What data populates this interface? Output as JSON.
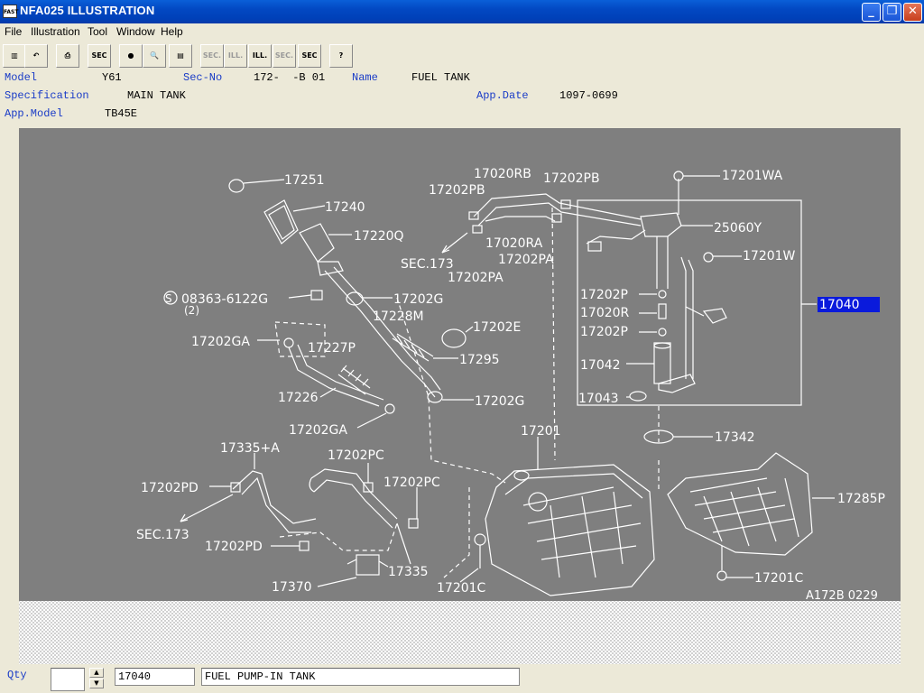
{
  "window": {
    "title": "NFA025  ILLUSTRATION",
    "app_icon": "FAST",
    "minimize": "_",
    "maximize": "❐",
    "close": "✕"
  },
  "menu": [
    "File",
    "Illustration",
    "Tool",
    "Window",
    "Help"
  ],
  "toolbar": {
    "buttons": [
      {
        "name": "catalog-icon",
        "glyph": "▥",
        "enabled": true
      },
      {
        "name": "undo-icon",
        "glyph": "↶",
        "enabled": true
      },
      {
        "name": "print-icon",
        "glyph": "⎙",
        "enabled": true
      },
      {
        "name": "sec-icon",
        "glyph": "SEC",
        "enabled": true
      },
      {
        "name": "circle-icon",
        "glyph": "●",
        "enabled": true
      },
      {
        "name": "search-icon",
        "glyph": "🔍",
        "enabled": true
      },
      {
        "name": "book-icon",
        "glyph": "▤",
        "enabled": true
      },
      {
        "name": "sec-prev-icon",
        "glyph": "SEC.",
        "enabled": false
      },
      {
        "name": "ill-prev-icon",
        "glyph": "ILL.",
        "enabled": false
      },
      {
        "name": "ill-next-icon",
        "glyph": "ILL.",
        "enabled": true
      },
      {
        "name": "sec-next-icon",
        "glyph": "SEC.",
        "enabled": false
      },
      {
        "name": "sec-help-icon",
        "glyph": "SEC",
        "enabled": true
      },
      {
        "name": "help-icon",
        "glyph": "?",
        "enabled": true
      }
    ]
  },
  "header": {
    "model_label": "Model",
    "model_value": "Y61",
    "secno_label": "Sec-No",
    "secno_value": "172-  -B 01",
    "name_label": "Name",
    "name_value": "FUEL TANK",
    "spec_label": "Specification",
    "spec_value": "MAIN TANK",
    "appdate_label": "App.Date",
    "appdate_value": "1097-0699",
    "appmodel_label": "App.Model",
    "appmodel_value": "TB45E"
  },
  "illustration": {
    "selected_part": "17040",
    "ref_code": "A172B 0229",
    "labels": {
      "l17251": "17251",
      "l17240": "17240",
      "l17220q": "17220Q",
      "l17020rb": "17020RB",
      "l17202pb_a": "17202PB",
      "l17202pb_b": "17202PB",
      "l17201wa": "17201WA",
      "l25060y": "25060Y",
      "l17020ra": "17020RA",
      "l17202pa_a": "17202PA",
      "l17202pa_b": "17202PA",
      "lsec173a": "SEC.173",
      "l17201w": "17201W",
      "l08363": "08363-6122G",
      "l2": "(2)",
      "l17202g_a": "17202G",
      "l17228m": "17228M",
      "l17202e": "17202E",
      "l17202p_a": "17202P",
      "l17020r": "17020R",
      "l17202p_b": "17202P",
      "l17202ga_a": "17202GA",
      "l17227p": "17227P",
      "l17295": "17295",
      "l17042": "17042",
      "l17226": "17226",
      "l17202g_b": "17202G",
      "l17043": "17043",
      "l17202ga_b": "17202GA",
      "l17201": "17201",
      "l17342": "17342",
      "l17335a": "17335+A",
      "l17202pc_a": "17202PC",
      "l17202pd_a": "17202PD",
      "l17202pc_b": "17202PC",
      "l17285p": "17285P",
      "lsec173b": "SEC.173",
      "l17202pd_b": "17202PD",
      "l17335": "17335",
      "l17201c_a": "17201C",
      "l17201c_b": "17201C",
      "l17370": "17370"
    }
  },
  "footer": {
    "qty_label": "Qty",
    "qty_value": "",
    "part_no": "17040",
    "part_name": "FUEL PUMP-IN TANK"
  }
}
